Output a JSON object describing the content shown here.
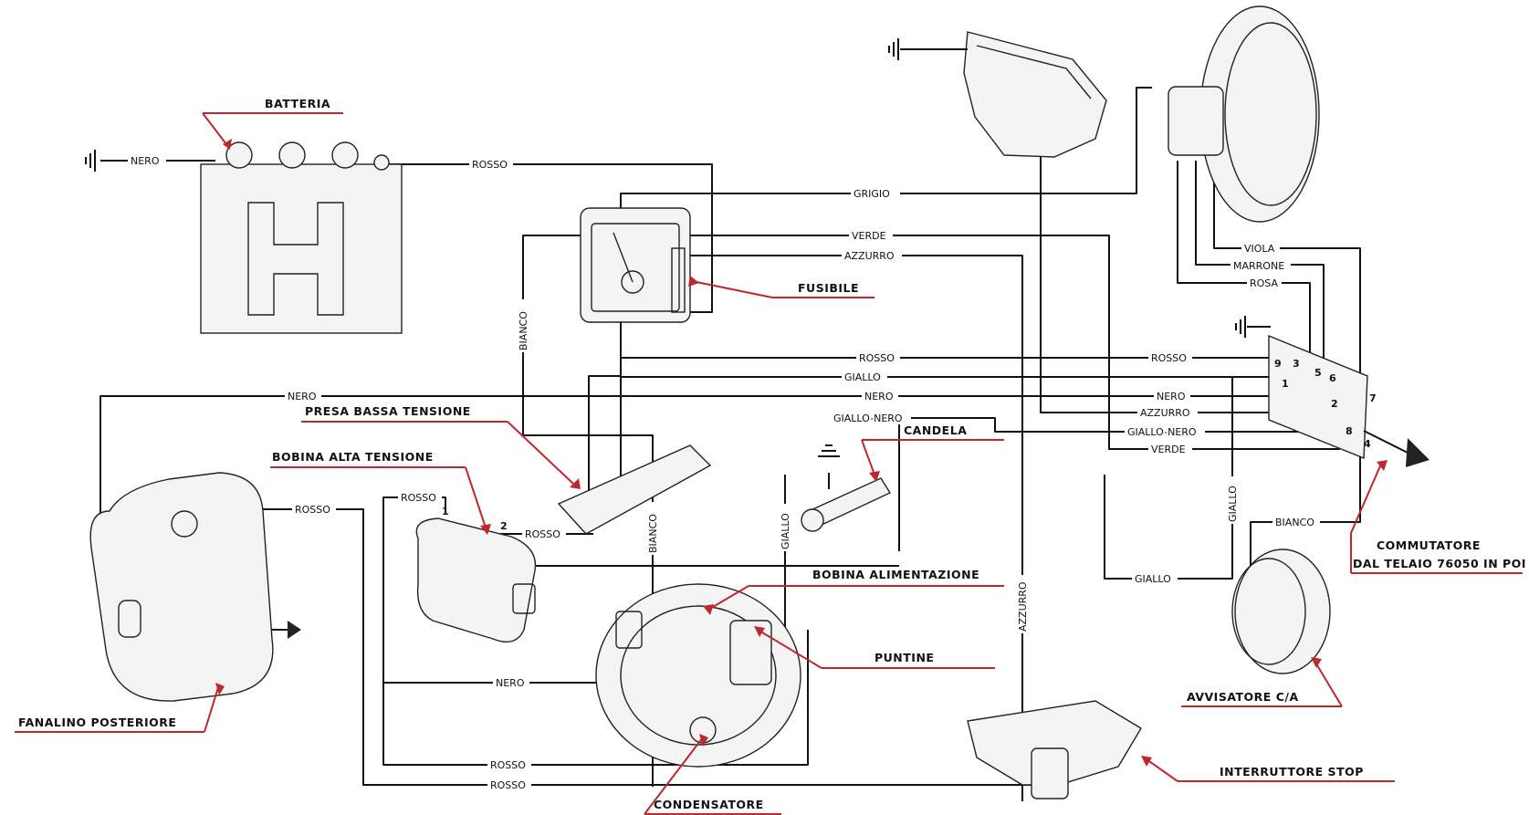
{
  "components": {
    "batteria": "BATTERIA",
    "fusibile": "FUSIBILE",
    "presa_bassa_tensione": "PRESA BASSA TENSIONE",
    "bobina_alta_tensione": "BOBINA ALTA TENSIONE",
    "candela": "CANDELA",
    "bobina_alimentazione": "BOBINA ALIMENTAZIONE",
    "puntine": "PUNTINE",
    "condensatore": "CONDENSATORE",
    "fanalino_posteriore": "FANALINO POSTERIORE",
    "interruttore_stop": "INTERRUTTORE STOP",
    "avvisatore": "AVVISATORE C/A",
    "commutatore_line1": "COMMUTATORE",
    "commutatore_line2": "DAL TELAIO 76050 IN POI"
  },
  "wires": {
    "nero_battery": "NERO",
    "rosso_battery": "ROSSO",
    "grigio": "GRIGIO",
    "verde_top": "VERDE",
    "azzurro_top": "AZZURRO",
    "bianco_fuse": "BIANCO",
    "viola": "VIOLA",
    "marrone": "MARRONE",
    "rosa": "ROSA",
    "rosso_mid": "ROSSO",
    "rosso_mid_r": "ROSSO",
    "giallo_mid": "GIALLO",
    "nero_left": "NERO",
    "nero_mid": "NERO",
    "nero_mid_r": "NERO",
    "azzurro_mid_r": "AZZURRO",
    "giallo_nero": "GIALLO-NERO",
    "giallo_nero_r": "GIALLO-NERO",
    "verde_r": "VERDE",
    "giallo_vert": "GIALLO",
    "bianco_horn": "BIANCO",
    "giallo_horn": "GIALLO",
    "rosso_coil_a": "ROSSO",
    "rosso_coil_b": "ROSSO",
    "rosso_tail": "ROSSO",
    "bianco_vert": "BIANCO",
    "giallo_stator": "GIALLO",
    "nero_stator": "NERO",
    "rosso_bottom1": "ROSSO",
    "rosso_bottom2": "ROSSO",
    "azzurro_vert": "AZZURRO"
  },
  "terminals": {
    "coil_1": "1",
    "coil_2": "2",
    "sw_9": "9",
    "sw_3": "3",
    "sw_5": "5",
    "sw_6": "6",
    "sw_1": "1",
    "sw_2": "2",
    "sw_7": "7",
    "sw_8": "8",
    "sw_4": "4"
  }
}
